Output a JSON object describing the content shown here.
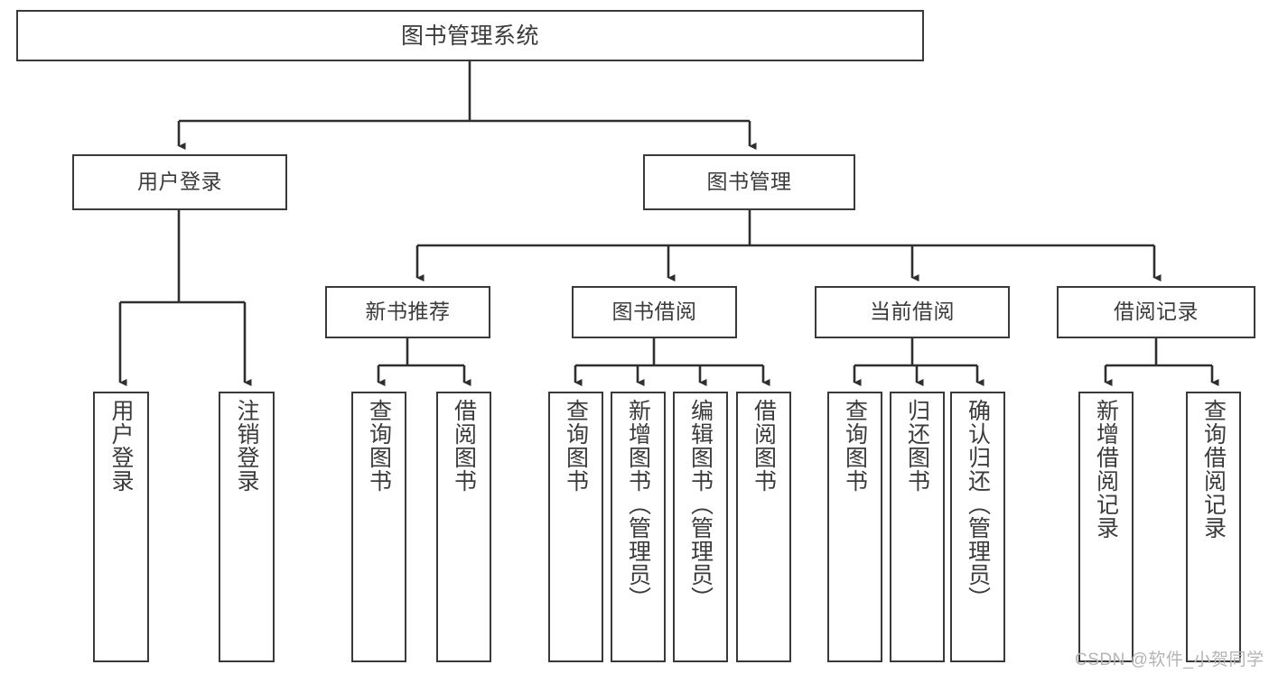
{
  "diagram": {
    "title": "图书管理系统",
    "type": "hierarchy-tree",
    "watermark": "CSDN @软件_小贺同学",
    "colors": {
      "background": "#ffffff",
      "box_border": "#3a3a3a",
      "box_fill": "#ffffff",
      "text": "#3b3b3b",
      "connector": "#2f2f2f",
      "watermark": "#b4b4b4"
    },
    "levels": {
      "root": {
        "label": "图书管理系统"
      },
      "level1": [
        {
          "label": "用户登录"
        },
        {
          "label": "图书管理"
        }
      ],
      "level2": [
        {
          "label": "新书推荐"
        },
        {
          "label": "图书借阅"
        },
        {
          "label": "当前借阅"
        },
        {
          "label": "借阅记录"
        }
      ],
      "leaves": {
        "user_login": [
          {
            "label": "用户登录"
          },
          {
            "label": "注销登录"
          }
        ],
        "new_book_recommend": [
          {
            "label": "查询图书"
          },
          {
            "label": "借阅图书"
          }
        ],
        "book_borrow": [
          {
            "label": "查询图书"
          },
          {
            "label": "新增图书（管理员）"
          },
          {
            "label": "编辑图书（管理员）"
          },
          {
            "label": "借阅图书"
          }
        ],
        "current_borrow": [
          {
            "label": "查询图书"
          },
          {
            "label": "归还图书"
          },
          {
            "label": "确认归还（管理员）"
          }
        ],
        "borrow_record": [
          {
            "label": "新增借阅记录"
          },
          {
            "label": "查询借阅记录"
          }
        ]
      }
    }
  }
}
